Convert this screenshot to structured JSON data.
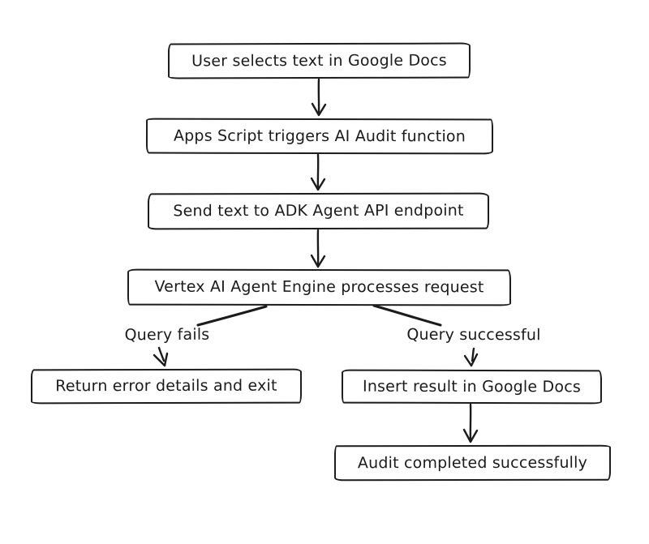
{
  "diagram": {
    "title": "AI Audit flowchart",
    "background_color": "#ffffff",
    "stroke_color": "#1b1b1b",
    "nodes": [
      {
        "id": "user-selects-text",
        "label": "User selects text in Google Docs"
      },
      {
        "id": "apps-script-trigger",
        "label": "Apps Script triggers AI Audit function"
      },
      {
        "id": "send-to-adk",
        "label": "Send text to ADK Agent API endpoint"
      },
      {
        "id": "vertex-processes",
        "label": "Vertex AI Agent Engine processes request"
      },
      {
        "id": "return-error",
        "label": "Return error details and exit"
      },
      {
        "id": "insert-result",
        "label": "Insert result in Google Docs"
      },
      {
        "id": "audit-completed",
        "label": "Audit completed successfully"
      }
    ],
    "edge_labels": [
      {
        "id": "query-fails",
        "label": "Query fails"
      },
      {
        "id": "query-successful",
        "label": "Query successful"
      }
    ],
    "edges": [
      {
        "from": "user-selects-text",
        "to": "apps-script-trigger",
        "label": ""
      },
      {
        "from": "apps-script-trigger",
        "to": "send-to-adk",
        "label": ""
      },
      {
        "from": "send-to-adk",
        "to": "vertex-processes",
        "label": ""
      },
      {
        "from": "vertex-processes",
        "to": "return-error",
        "label": "Query fails"
      },
      {
        "from": "vertex-processes",
        "to": "insert-result",
        "label": "Query successful"
      },
      {
        "from": "insert-result",
        "to": "audit-completed",
        "label": ""
      }
    ]
  }
}
